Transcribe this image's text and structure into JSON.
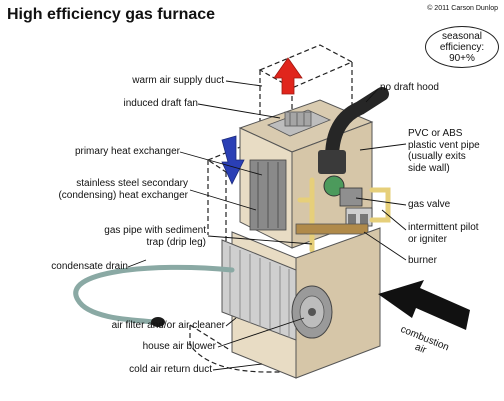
{
  "title": "High efficiency gas furnace",
  "copyright": "© 2011 Carson Dunlop",
  "badge": {
    "line1": "seasonal",
    "line2": "efficiency:",
    "line3": "90+%"
  },
  "labels": {
    "warm_air_supply_duct": "warm air supply duct",
    "induced_draft_fan": "induced draft fan",
    "primary_heat_exchanger": "primary heat exchanger",
    "secondary_hx_line1": "stainless steel secondary",
    "secondary_hx_line2": "(condensing) heat exchanger",
    "gas_pipe_line1": "gas pipe with sediment",
    "gas_pipe_line2": "trap (drip leg)",
    "condensate_drain": "condensate drain",
    "air_filter": "air filter and/or air cleaner",
    "house_air_blower": "house air blower",
    "cold_air_return_duct": "cold air return duct",
    "no_draft_hood": "no draft hood",
    "vent_line1": "PVC or ABS",
    "vent_line2": "plastic vent pipe",
    "vent_line3": "(usually exits",
    "vent_line4": "side wall)",
    "gas_valve": "gas valve",
    "pilot_line1": "intermittent pilot",
    "pilot_line2": "or igniter",
    "burner": "burner",
    "combustion_line1": "combustion",
    "combustion_line2": "air"
  },
  "colors": {
    "cabinet": "#e8dcc4",
    "cabinet_dark": "#c9b99a",
    "cabinet_side": "#d6c6a8",
    "exchanger": "#8a8a8a",
    "warm_air_arrow": "#e0251c",
    "cold_air_arrow": "#2a3fb5",
    "vent_pipe": "#262626",
    "gas_pipe": "#e6cf7a",
    "blower": "#9a9a9a",
    "filter": "#cfcfcf"
  }
}
